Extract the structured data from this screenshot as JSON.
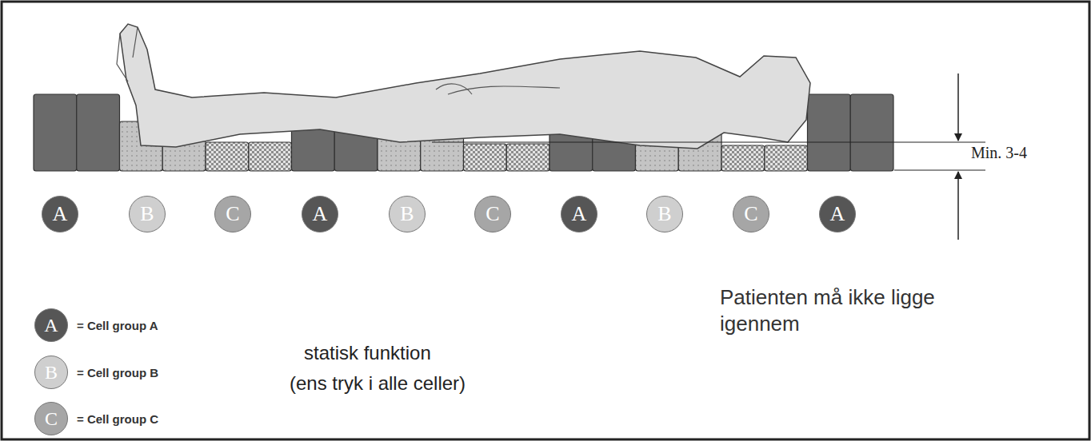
{
  "diagram": {
    "nodes": [
      {
        "text": [
          "A"
        ]
      },
      {
        "text": [
          "B"
        ]
      },
      {
        "text": [
          "C"
        ]
      },
      {
        "text": [
          "A"
        ]
      },
      {
        "text": [
          "B"
        ]
      },
      {
        "text": [
          "C"
        ]
      },
      {
        "text": [
          "A"
        ]
      },
      {
        "text": [
          "B"
        ]
      },
      {
        "text": [
          "C"
        ]
      },
      {
        "text": [
          "A"
        ]
      }
    ],
    "labels": [
      "Min. 3-4",
      "statisk funktion",
      "(ens tryk i alle celler)",
      "Patienten må ikke ligge igennem",
      "A",
      "B",
      "C"
    ],
    "legend": [
      {
        "text": "= Cell group A",
        "color": "#565656"
      },
      {
        "text": "= Cell group B",
        "color": "#cfcfcf"
      },
      {
        "text": "= Cell group C",
        "color": "#a6a6a6"
      }
    ]
  }
}
